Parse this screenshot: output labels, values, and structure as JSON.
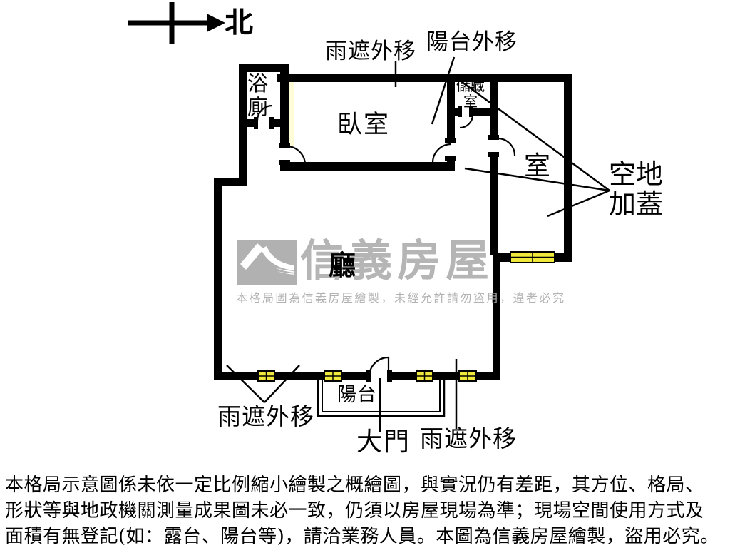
{
  "compass": {
    "label": "北"
  },
  "plan": {
    "rooms": {
      "bathroom": "浴廁",
      "bedroom": "臥室",
      "storage": "儲藏室",
      "side_room": "室",
      "living": "廳",
      "balcony": "陽台"
    },
    "annotations": {
      "rain_shelter_top": "雨遮外移",
      "balcony_extension": "陽台外移",
      "open_land_cover": "空地加蓋",
      "rain_shelter_bottom_left": "雨遮外移",
      "main_gate": "大門",
      "rain_shelter_bottom_right": "雨遮外移"
    }
  },
  "watermark": {
    "brand": "信義房屋",
    "tagline": "本格局圖為信義房屋繪製，未經允許請勿盜用，違者必究"
  },
  "disclaimer": {
    "line1": "本格局示意圖係未依一定比例縮小繪製之概繪圖，與實況仍有差距，其方位、格局、",
    "line2": "形狀等與地政機關測量成果圖未必一致，仍須以房屋現場為準；現場空間使用方式及",
    "line3": "面積有無登記(如：露台、陽台等)，請洽業務人員。本圖為信義房屋繪製，盜用必究。"
  },
  "colors": {
    "wall": "#000000",
    "window_fill": "#f0e93c",
    "wall_highlight_strip": "#fffcd8",
    "watermark_gray": "#b5b5b5",
    "background": "#ffffff"
  }
}
